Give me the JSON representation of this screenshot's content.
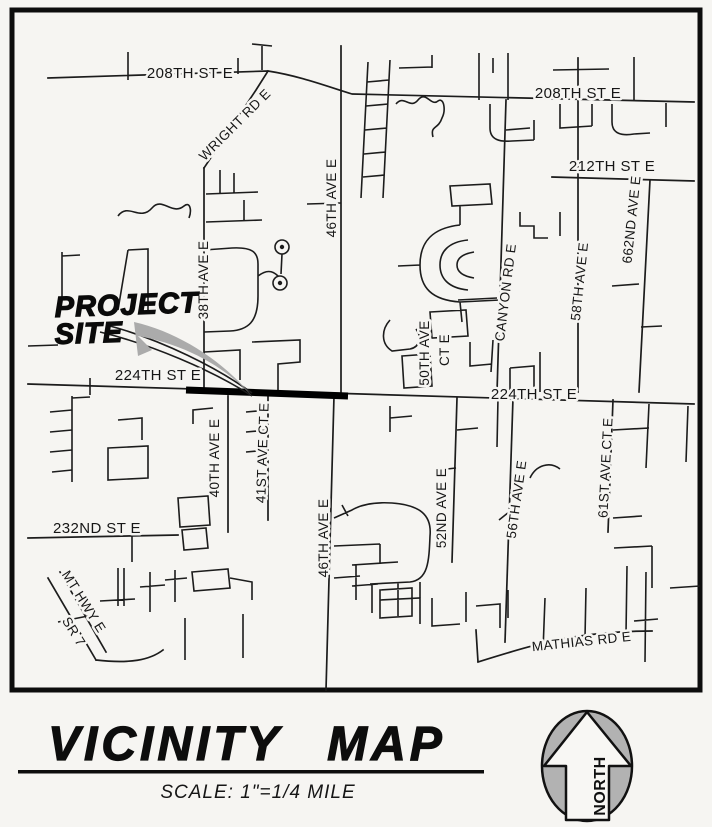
{
  "map": {
    "labels": {
      "st208_left": "208TH ST E",
      "st208_right": "208TH ST E",
      "wright_rd": "WRIGHT RD E",
      "st212": "212TH ST E",
      "ave46_north": "46TH AVE E",
      "ave38": "38TH AVE E",
      "canyon_rd": "CANYON RD E",
      "ave58": "58TH AVE E",
      "ave662": "662ND AVE E",
      "ave50_line1": "50TH AVE",
      "ave50_line2": "CT E",
      "st224_left": "224TH ST E",
      "st224_right": "224TH ST E",
      "ave40": "40TH AVE E",
      "ave41": "41ST AVE CT E",
      "ave46_south": "46TH AVE E",
      "ave52": "52ND AVE E",
      "ave56": "56TH AVE E",
      "ave61": "61ST AVE CT E",
      "st232": "232ND ST E",
      "mt_hwy": "MT HWY E",
      "sr7": "SR 7",
      "mathias_rd": "MATHIAS RD E"
    },
    "project_site": {
      "line1": "PROJECT",
      "line2": "SITE"
    },
    "colors": {
      "road": "#1c1c1c",
      "highlight": "#000000",
      "arrow_gray": "#ababab",
      "north_gray": "#b2b2b2",
      "paper": "#f6f5f2"
    }
  },
  "footer": {
    "title": "VICINITY MAP",
    "scale": "SCALE: 1\"=1/4 MILE",
    "north": "NORTH"
  }
}
